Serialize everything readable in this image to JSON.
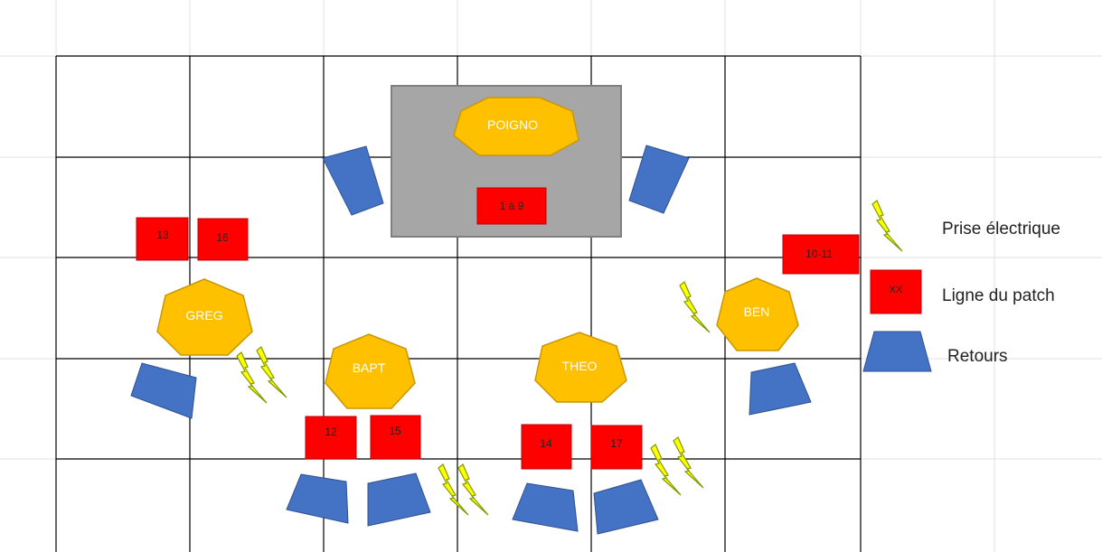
{
  "colors": {
    "person_fill": "#FFC000",
    "person_stroke": "#C99700",
    "patch_fill": "#FF0000",
    "patch_stroke": "#C00000",
    "monitor_fill": "#4472C4",
    "monitor_stroke": "#2F528F",
    "riser_fill": "#A6A6A6",
    "riser_stroke": "#7F7F7F",
    "bolt_fill": "#FFFF00",
    "bolt_stroke": "#7F9A00",
    "grid_light": "#E0E0E0",
    "grid_dark": "#000000"
  },
  "musicians": {
    "poigno": "POIGNO",
    "greg": "GREG",
    "bapt": "BAPT",
    "theo": "THEO",
    "ben": "BEN"
  },
  "patch": {
    "riser": "1 à 9",
    "p13": "13",
    "p16": "16",
    "p1011": "10-11",
    "p12": "12",
    "p15": "15",
    "p14": "14",
    "p17": "17"
  },
  "legend": {
    "power": "Prise électrique",
    "patch_sample": "XX",
    "patch": "Ligne du patch",
    "monitors": "Retours"
  },
  "icons": {
    "power": "lightning-bolt-icon",
    "monitor": "wedge-monitor-icon"
  }
}
